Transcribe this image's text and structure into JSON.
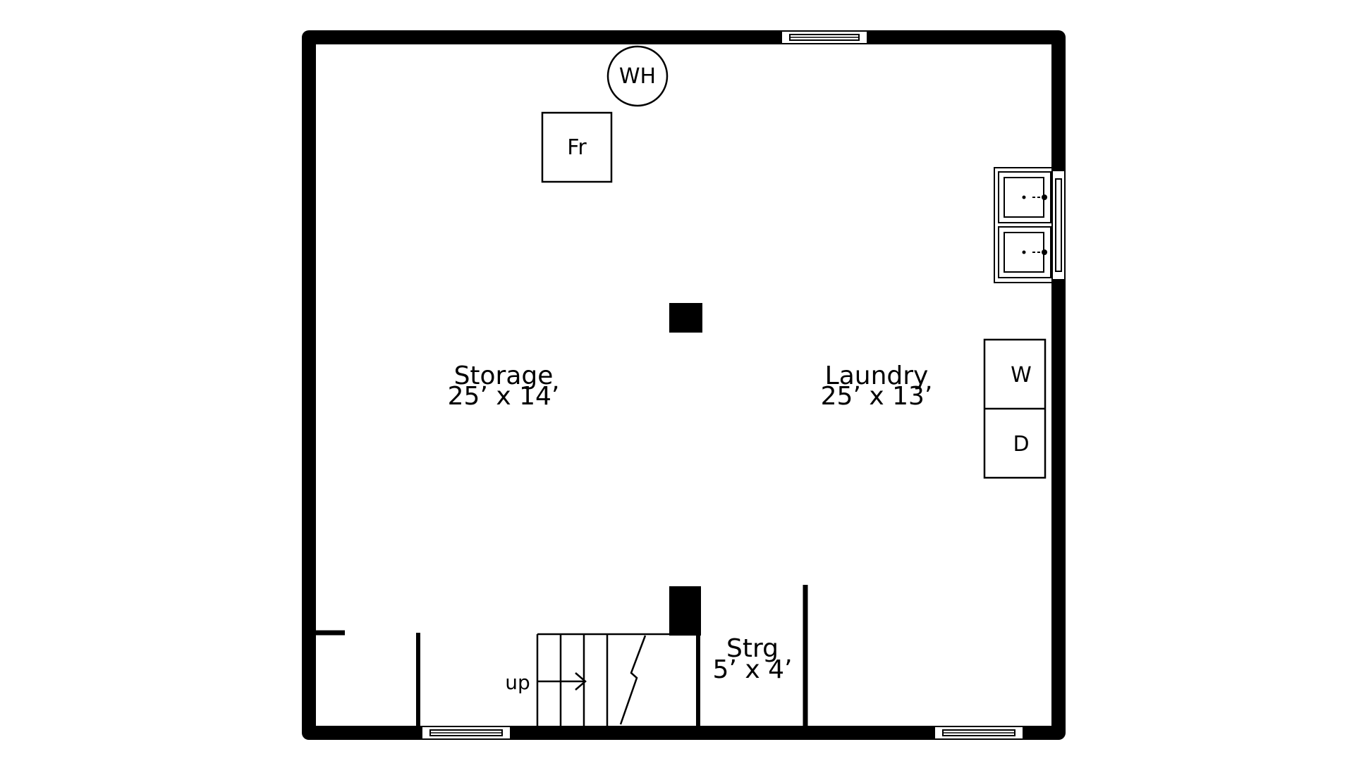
{
  "rooms": {
    "storage": {
      "name": "Storage",
      "dims": "25’ x 14’"
    },
    "laundry": {
      "name": "Laundry",
      "dims": "25’ x 13’"
    },
    "strg": {
      "name": "Strg",
      "dims": "5’ x 4’"
    }
  },
  "fixtures": {
    "water_heater": "WH",
    "freezer": "Fr",
    "washer": "W",
    "dryer": "D"
  },
  "stairs": {
    "direction": "up"
  },
  "colors": {
    "wall": "#000000",
    "background": "#ffffff"
  }
}
